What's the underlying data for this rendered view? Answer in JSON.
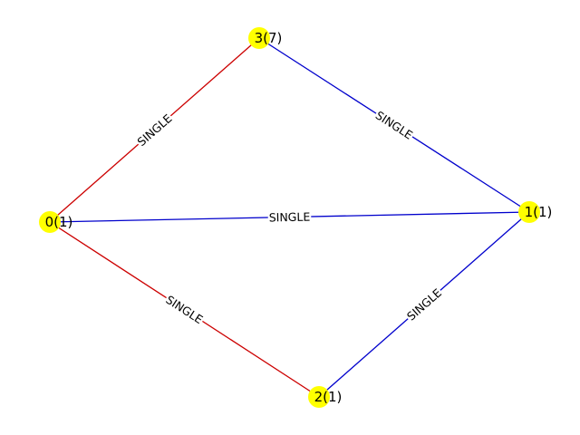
{
  "graph": {
    "node_color": "#ffff00",
    "edge_colors": {
      "red": "#cc0000",
      "blue": "#0000cc"
    },
    "nodes": [
      {
        "id": "0",
        "label": "0(1)"
      },
      {
        "id": "1",
        "label": "1(1)"
      },
      {
        "id": "2",
        "label": "2(1)"
      },
      {
        "id": "3",
        "label": "3(7)"
      }
    ],
    "edges": [
      {
        "source": "0",
        "target": "3",
        "label": "SINGLE",
        "color": "red"
      },
      {
        "source": "0",
        "target": "2",
        "label": "SINGLE",
        "color": "red"
      },
      {
        "source": "0",
        "target": "1",
        "label": "SINGLE",
        "color": "blue"
      },
      {
        "source": "3",
        "target": "1",
        "label": "SINGLE",
        "color": "blue"
      },
      {
        "source": "2",
        "target": "1",
        "label": "SINGLE",
        "color": "blue"
      }
    ]
  }
}
